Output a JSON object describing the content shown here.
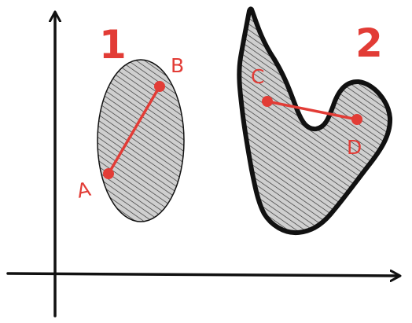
{
  "diagram": {
    "regions": [
      {
        "number": "1",
        "shape": "ellipse",
        "is_convex": true
      },
      {
        "number": "2",
        "shape": "irregular",
        "is_convex": false
      }
    ],
    "points": [
      {
        "label": "A",
        "region": "1"
      },
      {
        "label": "B",
        "region": "1"
      },
      {
        "label": "C",
        "region": "2"
      },
      {
        "label": "D",
        "region": "2"
      }
    ],
    "segments": [
      {
        "from": "A",
        "to": "B",
        "region": "1",
        "stays_inside_region": true
      },
      {
        "from": "C",
        "to": "D",
        "region": "2",
        "stays_inside_region": false
      }
    ],
    "colors": {
      "ink": "#111111",
      "accent": "#e23c36",
      "region_fill": "#cfcfcf",
      "hatch": "#2b2b2b"
    }
  }
}
